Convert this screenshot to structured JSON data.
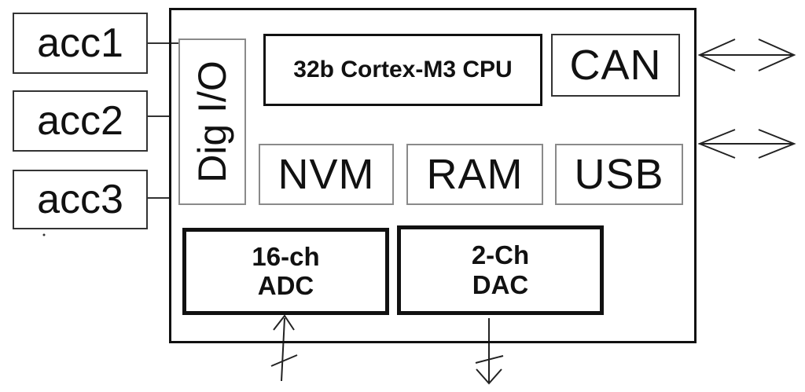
{
  "inputs": [
    {
      "label": "acc1"
    },
    {
      "label": "acc2"
    },
    {
      "label": "acc3"
    }
  ],
  "mcu": {
    "dig_io": "Dig I/O",
    "cpu": "32b Cortex-M3 CPU",
    "can": "CAN",
    "nvm": "NVM",
    "ram": "RAM",
    "usb": "USB",
    "adc": {
      "line1": "16-ch",
      "line2": "ADC"
    },
    "dac": {
      "line1": "2-Ch",
      "line2": "DAC"
    }
  }
}
